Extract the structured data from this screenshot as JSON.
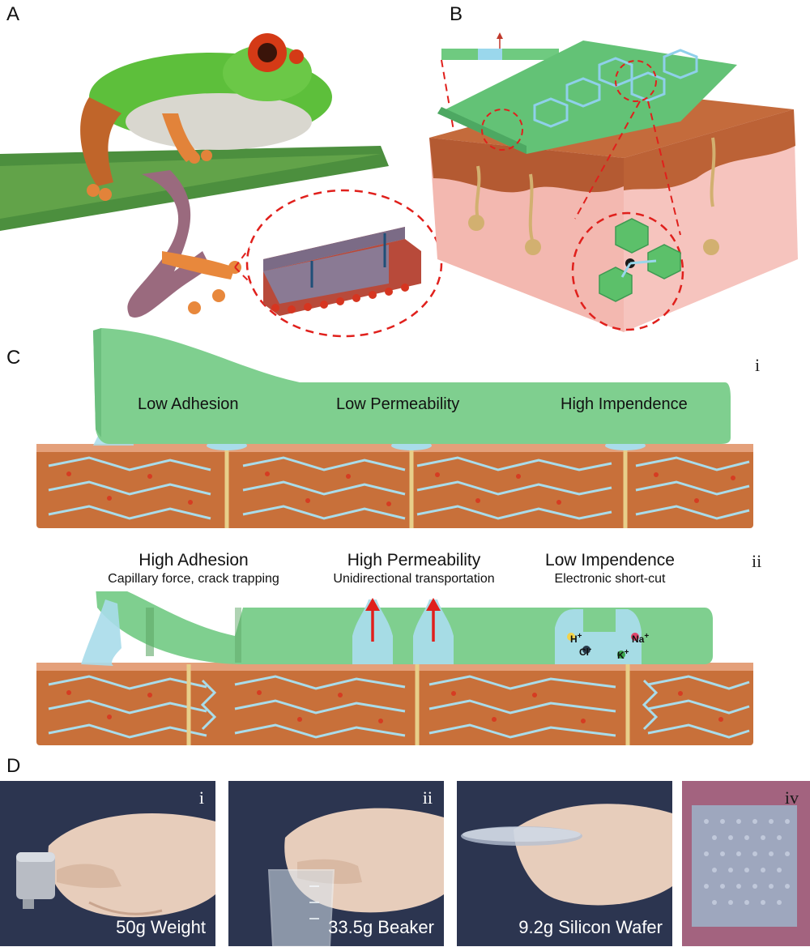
{
  "panels": {
    "a": "A",
    "b": "B",
    "c": "C",
    "d": "D"
  },
  "panel_c": {
    "sub_i": "i",
    "sub_ii": "ii",
    "film_labels": [
      "Low Adhesion",
      "Low Permeability",
      "High Impendence"
    ],
    "headers": [
      {
        "title": "High Adhesion",
        "subtitle": "Capillary force, crack trapping"
      },
      {
        "title": "High Permeability",
        "subtitle": "Unidirectional transportation"
      },
      {
        "title": "Low Impendence",
        "subtitle": "Electronic short-cut"
      }
    ],
    "ions": [
      "H+",
      "Na+",
      "Cl-",
      "K+"
    ]
  },
  "panel_d": {
    "photos": [
      {
        "numeral": "i",
        "caption": "50g Weight"
      },
      {
        "numeral": "ii",
        "caption": "33.5g Beaker"
      },
      {
        "numeral": "",
        "caption": "9.2g Silicon Wafer"
      },
      {
        "numeral": "iv",
        "caption": ""
      }
    ]
  },
  "colors": {
    "film_green": "#7fcf8f",
    "tissue_orange": "#c8703a",
    "fluid_blue": "#a9dcea",
    "arrow_red": "#e0201c",
    "photo_bg": "#2c3550"
  }
}
